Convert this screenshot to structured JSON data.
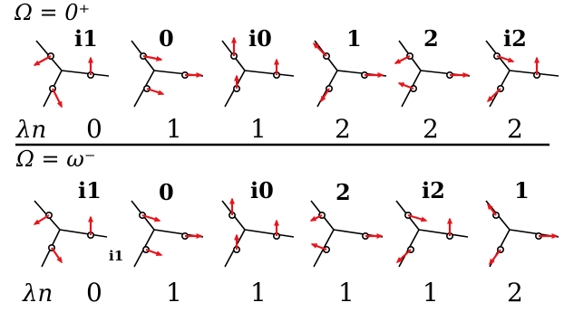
{
  "rows": [
    {
      "omega_label": "Ω = 0⁺",
      "lambda_symbol": "λn",
      "modes": [
        {
          "label": "i1",
          "lambda": "0"
        },
        {
          "label": "0",
          "lambda": "1"
        },
        {
          "label": "i0",
          "lambda": "1"
        },
        {
          "label": "1",
          "lambda": "2"
        },
        {
          "label": "2",
          "lambda": "2"
        },
        {
          "label": "i2",
          "lambda": "2"
        }
      ]
    },
    {
      "omega_label": "Ω = ω⁻",
      "lambda_symbol": "λn",
      "extra_label": "i1",
      "modes": [
        {
          "label": "i1",
          "lambda": "0"
        },
        {
          "label": "0",
          "lambda": "1"
        },
        {
          "label": "i0",
          "lambda": "1"
        },
        {
          "label": "2",
          "lambda": "1"
        },
        {
          "label": "i2",
          "lambda": "1"
        },
        {
          "label": "1",
          "lambda": "2"
        }
      ]
    }
  ],
  "colors": {
    "arrow": "#e8141b",
    "line": "#000000"
  }
}
